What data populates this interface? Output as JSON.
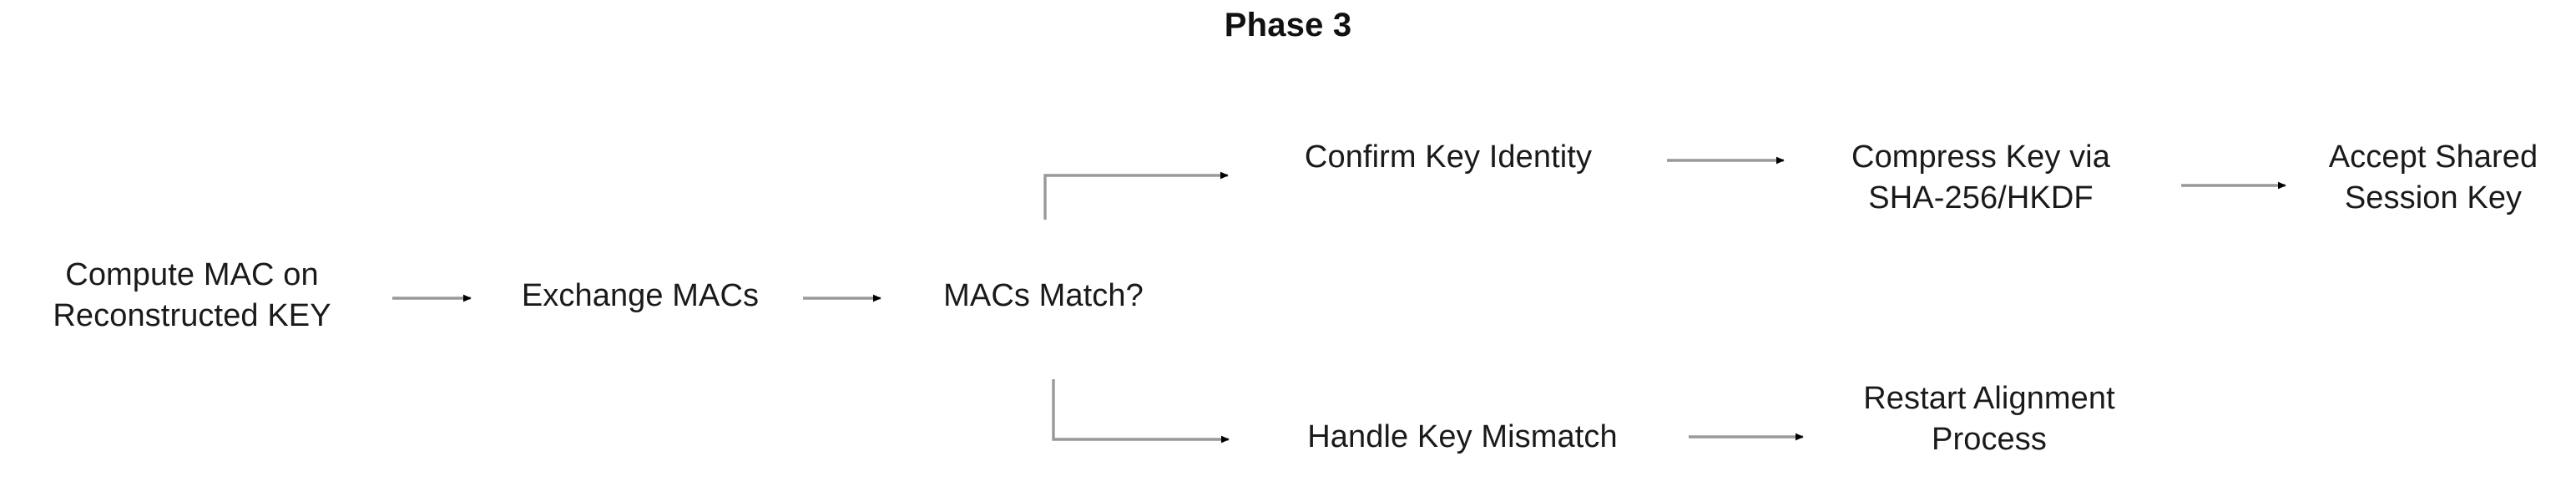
{
  "diagram": {
    "title": "Phase 3",
    "style": {
      "text_color": "#1a1a1a",
      "connector_color": "#999999",
      "arrowhead_color": "#000000",
      "background": "#ffffff"
    },
    "nodes": [
      {
        "id": "compute-mac",
        "label": "Compute MAC on\nReconstructed KEY"
      },
      {
        "id": "exchange-macs",
        "label": "Exchange MACs"
      },
      {
        "id": "macs-match",
        "label": "MACs Match?"
      },
      {
        "id": "confirm-key",
        "label": "Confirm Key Identity"
      },
      {
        "id": "compress-key",
        "label": "Compress Key via\nSHA-256/HKDF"
      },
      {
        "id": "accept-shared-key",
        "label": "Accept Shared\nSession Key"
      },
      {
        "id": "handle-mismatch",
        "label": "Handle Key Mismatch"
      },
      {
        "id": "restart-alignment",
        "label": "Restart Alignment\nProcess"
      }
    ],
    "edges": [
      {
        "id": "e1",
        "from": "compute-mac",
        "to": "exchange-macs",
        "type": "straight"
      },
      {
        "id": "e2",
        "from": "exchange-macs",
        "to": "macs-match",
        "type": "straight"
      },
      {
        "id": "e3",
        "from": "macs-match",
        "to": "confirm-key",
        "type": "elbow-up"
      },
      {
        "id": "e4",
        "from": "confirm-key",
        "to": "compress-key",
        "type": "straight"
      },
      {
        "id": "e5",
        "from": "compress-key",
        "to": "accept-shared-key",
        "type": "straight"
      },
      {
        "id": "e6",
        "from": "macs-match",
        "to": "handle-mismatch",
        "type": "elbow-down"
      },
      {
        "id": "e7",
        "from": "handle-mismatch",
        "to": "restart-alignment",
        "type": "straight"
      }
    ]
  }
}
